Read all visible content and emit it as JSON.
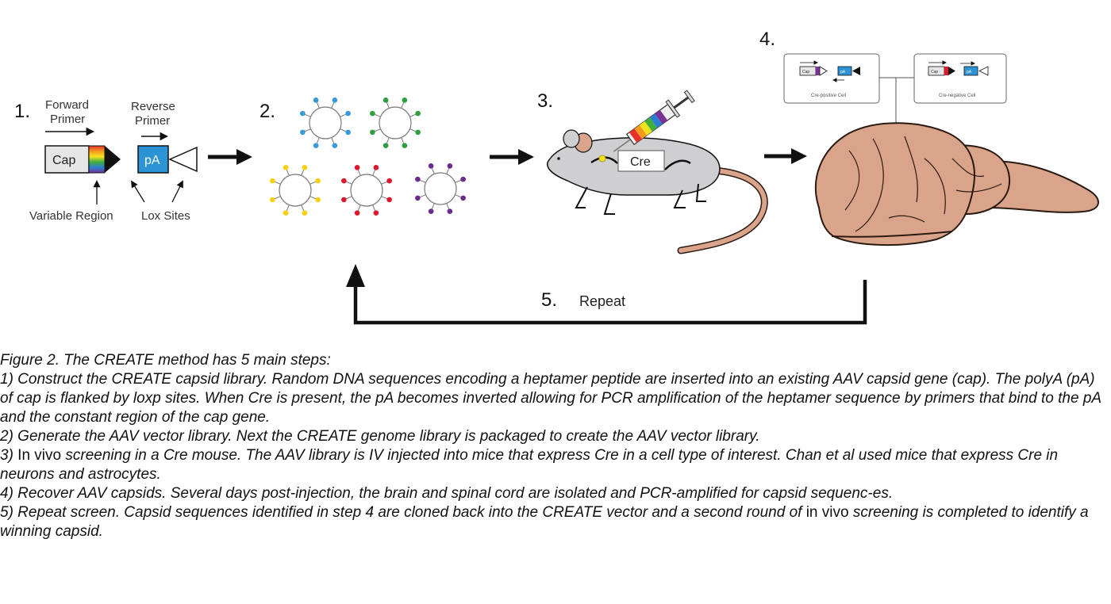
{
  "step1": {
    "number": "1.",
    "forward_primer_line1": "Forward",
    "forward_primer_line2": "Primer",
    "reverse_primer_line1": "Reverse",
    "reverse_primer_line2": "Primer",
    "cap_label": "Cap",
    "pa_label": "pA",
    "variable_region": "Variable Region",
    "lox_sites": "Lox Sites"
  },
  "step2": {
    "number": "2.",
    "virion_colors": [
      "#3a9ad9",
      "#2e9e3e",
      "#f5d10f",
      "#e0182d",
      "#6a2a8e"
    ]
  },
  "step3": {
    "number": "3.",
    "cre_label": "Cre"
  },
  "step4": {
    "number": "4.",
    "cell_positive_cap": "Cap",
    "cell_positive_pa": "pA",
    "cell_positive_label": "Cre-positive Cell",
    "cell_negative_cap": "Cap",
    "cell_negative_pa": "pA",
    "cell_negative_label": "Cre-negative Cell"
  },
  "step5": {
    "number": "5.",
    "label": "Repeat"
  },
  "colors": {
    "brain": "#d9a48a",
    "brain_stroke": "#2a1a12",
    "mouse_body": "#cfcfd1",
    "tail": "#d9a48a",
    "pa_box": "#2b93d6",
    "cap_box": "#e6e6e6"
  },
  "caption": {
    "title": "Figure 2. The CREATE method has 5 main steps:",
    "p1": "1) Construct the CREATE capsid library. Random DNA sequences encoding a heptamer peptide are inserted into an existing AAV capsid gene (cap). The polyA (pA) of cap is flanked by loxp sites. When Cre is present, the pA becomes inverted allowing for PCR amplification of the heptamer sequence by primers that bind to the pA and the constant region of the cap gene.",
    "p2": "2) Generate the AAV vector library. Next the CREATE genome library is packaged to create the AAV vector library.",
    "p3_prefix": "3)",
    "p3_upright": " In vivo ",
    "p3_rest": "screening in a Cre mouse. The AAV library is IV injected into mice that express Cre in a cell type of interest. Chan et al used mice that express Cre in neurons and astrocytes.",
    "p4": "4) Recover AAV capsids. Several days post-injection, the brain and spinal cord are isolated and PCR-amplified for capsid sequenc-es.",
    "p5_main": "5) Repeat screen. Capsid sequences identified in step 4 are cloned back into the CREATE vector and a second round of",
    "p5_upright": " in vivo ",
    "p5_end": "screening is completed to identify a winning capsid."
  }
}
